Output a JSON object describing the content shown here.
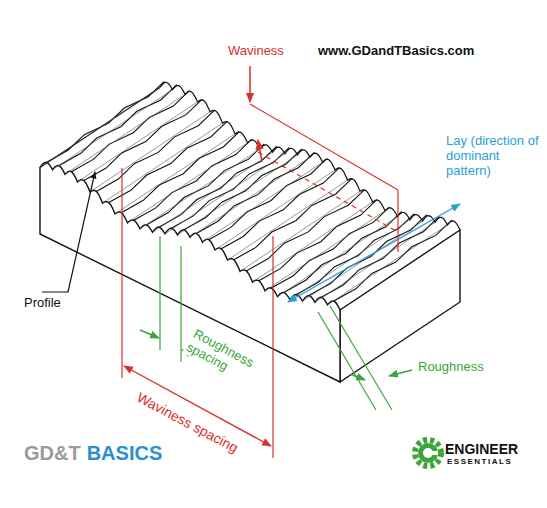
{
  "diagram": {
    "labels": [
      "Waviness",
      "www.GDandTBasics.com",
      "Lay (direction of dominant pattern)",
      "Profile",
      "Roughness spacing",
      "Roughness",
      "Waviness spacing",
      "GD&T",
      "BASICS",
      "ENGINEER",
      "ESSENTIALS"
    ]
  }
}
